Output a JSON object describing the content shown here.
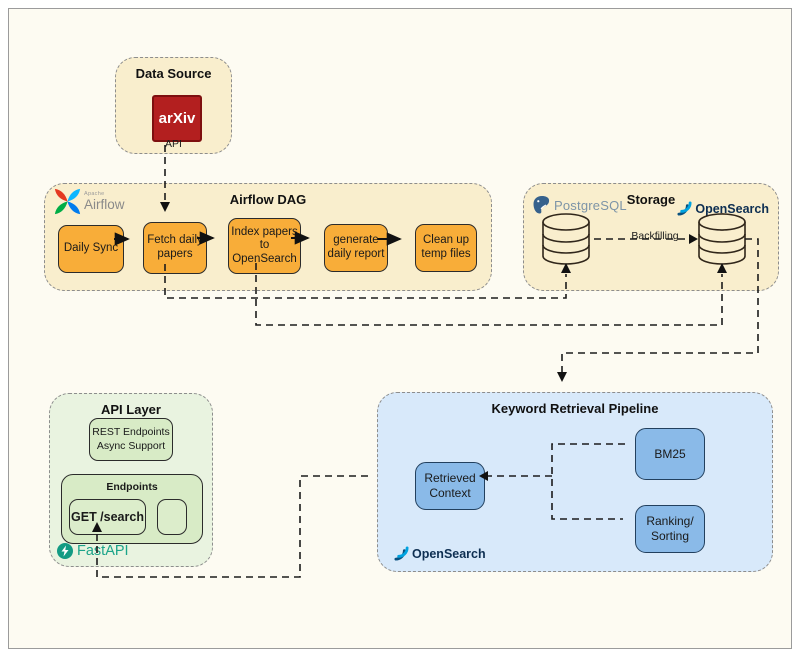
{
  "data_source": {
    "title": "Data Source",
    "arxiv_label": "arXiv",
    "api_label": "API"
  },
  "airflow_dag": {
    "title": "Airflow DAG",
    "logo_apache": "Apache",
    "logo_airflow": "Airflow",
    "tasks": [
      "Daily Sync",
      "Fetch daily\npapers",
      "Index papers\nto\nOpenSearch",
      "generate\ndaily report",
      "Clean up\ntemp files"
    ]
  },
  "storage": {
    "title": "Storage",
    "postgresql_label": "PostgreSQL",
    "opensearch_label": "OpenSearch",
    "backfilling_label": "Backfilling"
  },
  "api_layer": {
    "title": "API Layer",
    "rest_box": "REST Endpoints\nAsync Support",
    "endpoints_label": "Endpoints",
    "get_search_label": "GET /search",
    "fastapi_label": "FastAPI"
  },
  "pipeline": {
    "title": "Keyword Retrieval Pipeline",
    "bm25_label": "BM25",
    "ranking_label": "Ranking/\nSorting",
    "retrieved_label": "Retrieved\nContext",
    "opensearch_label": "OpenSearch"
  },
  "colors": {
    "canvas_bg": "#fdfbf2",
    "cream_container": "#f9eecd",
    "orange_task": "#f8ad39",
    "green_container": "#e9f3e0",
    "green_box": "#d8ebc6",
    "blue_container": "#d8e9fa",
    "blue_box": "#8abae8",
    "arxiv_red": "#b31f1f",
    "fastapi_teal": "#1ba489",
    "opensearch_navy": "#0e2f52",
    "connector": "#1c1c1c"
  }
}
